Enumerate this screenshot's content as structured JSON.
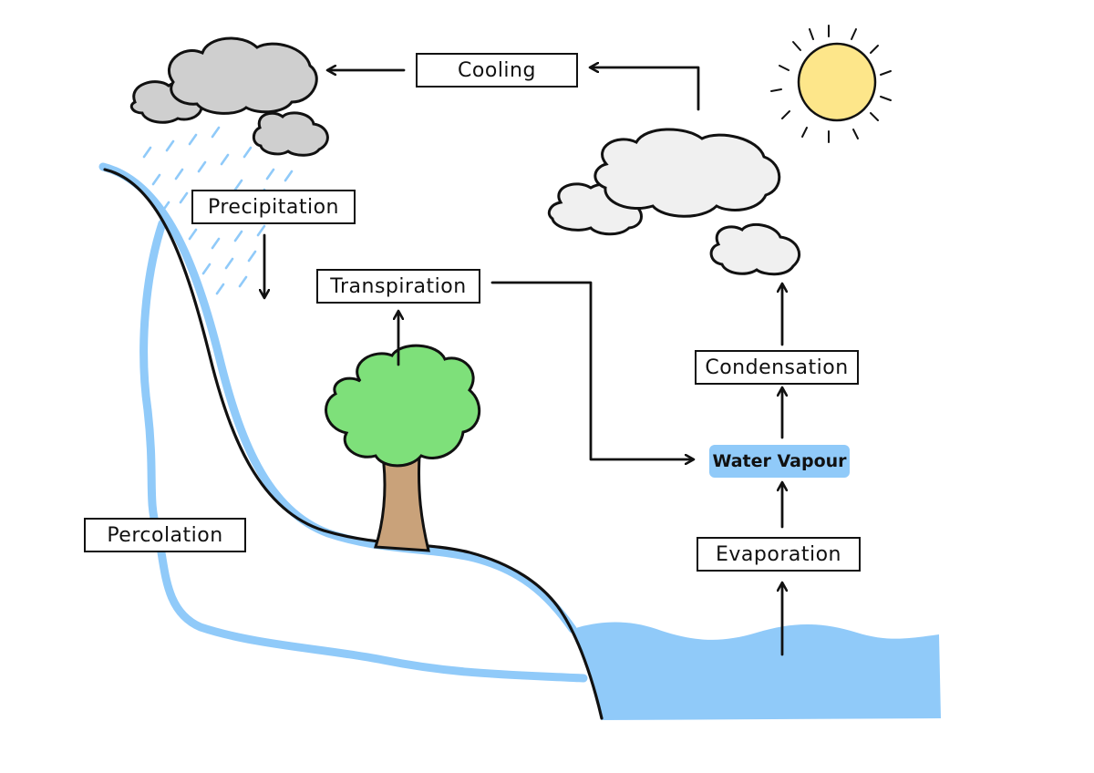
{
  "labels": {
    "cooling": "Cooling",
    "precipitation": "Precipitation",
    "transpiration": "Transpiration",
    "condensation": "Condensation",
    "water_vapour": "Water Vapour",
    "evaporation": "Evaporation",
    "percolation": "Percolation"
  },
  "colors": {
    "water": "#90caf9",
    "rain_cloud": "#cfcfcf",
    "white_cloud": "#f0f0f0",
    "sun": "#fde68a",
    "tree_crown": "#7ee07a",
    "trunk": "#c9a27a",
    "outline": "#111111"
  }
}
